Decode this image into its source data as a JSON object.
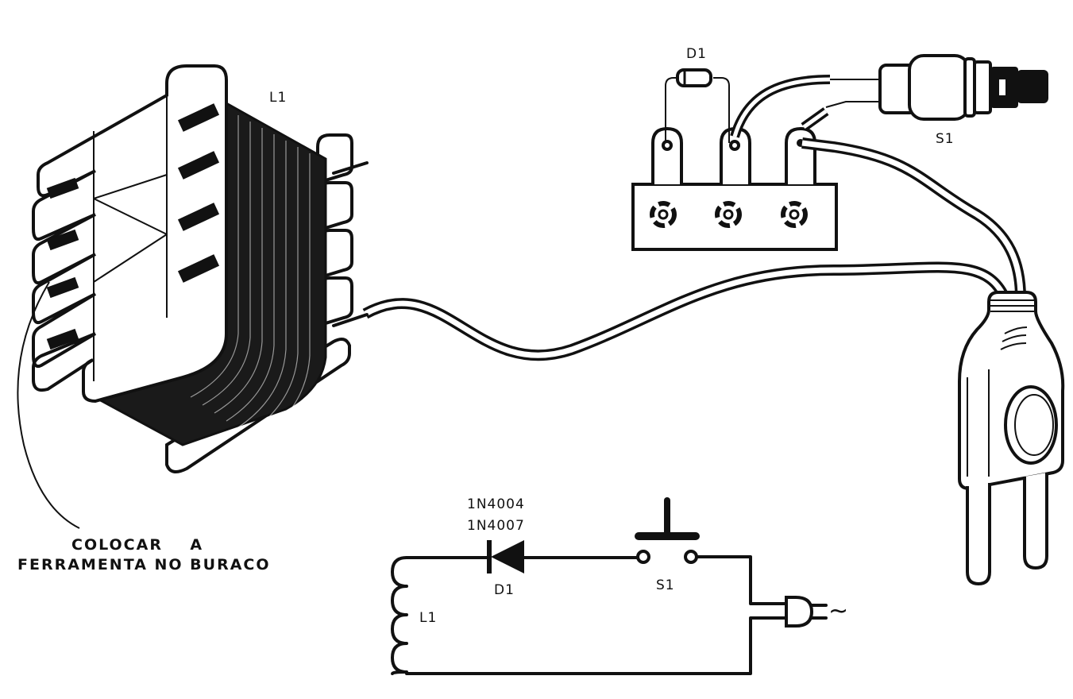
{
  "diagram": {
    "title": "Coil with diode and push-button switch (pictorial + schematic)",
    "colors": {
      "ink": "#111111",
      "background": "#ffffff"
    },
    "pictorial": {
      "labels": {
        "coil": "L1",
        "diode": "D1",
        "switch": "S1"
      },
      "instruction_line1": "COLOCAR    A",
      "instruction_line2": "FERRAMENTA NO BURACO",
      "parts": [
        "coil-l1",
        "terminal-strip",
        "diode-d1",
        "push-switch-s1",
        "mains-plug"
      ]
    },
    "schematic": {
      "diode_part_1": "1N4004",
      "diode_part_2": "1N4007",
      "diode_label": "D1",
      "switch_label": "S1",
      "coil_label": "L1",
      "ac_symbol": "~"
    }
  }
}
